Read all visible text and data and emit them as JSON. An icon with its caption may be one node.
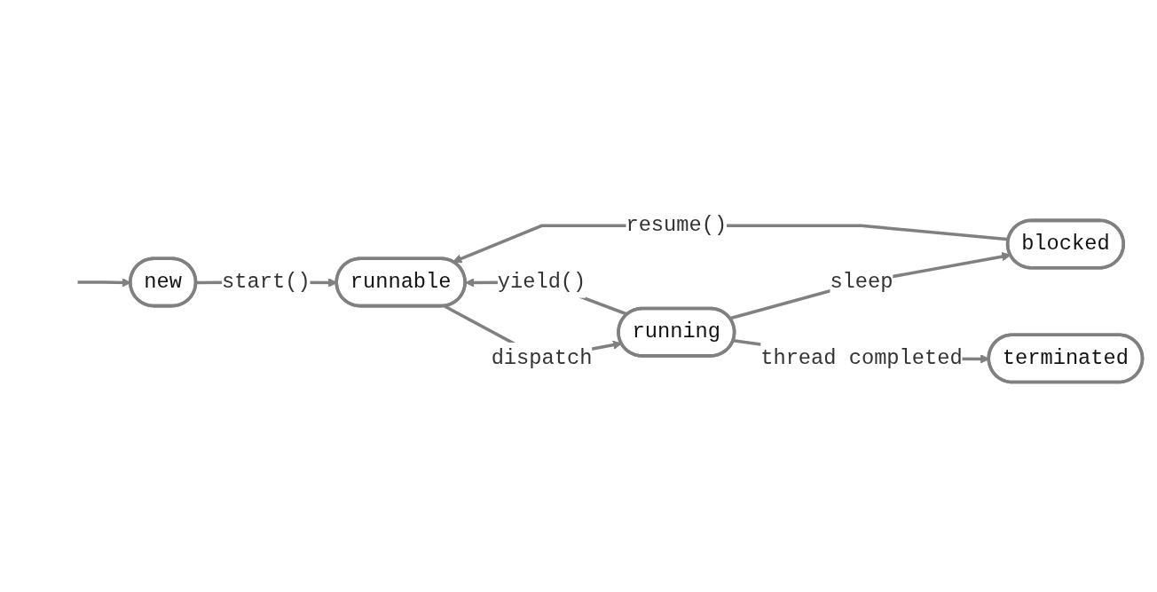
{
  "diagram": {
    "nodes": [
      {
        "text": [
          "new"
        ]
      },
      {
        "text": [
          "runnable"
        ]
      },
      {
        "text": [
          "blocked"
        ]
      },
      {
        "text": [
          "terminated"
        ]
      },
      {
        "text": [
          "running"
        ]
      }
    ],
    "edges": [
      {
        "from": null,
        "to": 0,
        "arrow": "to"
      },
      {
        "from": 0,
        "to": 1,
        "arrow": "to",
        "label": "start()"
      },
      {
        "from": 4,
        "to": 1,
        "arrow": "to",
        "label": "yield()"
      },
      {
        "from": 1,
        "to": 4,
        "arrow": "to",
        "label": "dispatch"
      },
      {
        "from": 2,
        "to": 1,
        "arrow": "to",
        "label": "resume()"
      },
      {
        "from": 4,
        "to": 2,
        "arrow": "to",
        "label": "sleep"
      },
      {
        "from": 4,
        "to": 3,
        "arrow": "to",
        "label": "thread completed"
      }
    ]
  }
}
